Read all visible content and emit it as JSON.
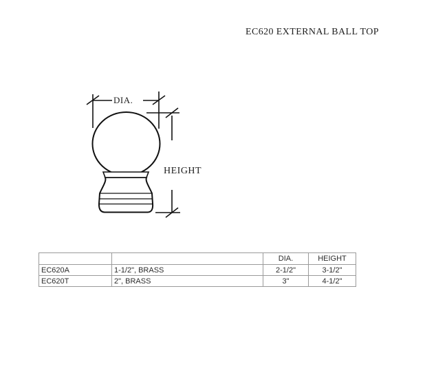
{
  "title": "EC620 EXTERNAL BALL TOP",
  "diagram": {
    "dia_label": "DIA.",
    "height_label": "HEIGHT"
  },
  "table": {
    "headers": {
      "part": "",
      "description": "",
      "dia": "DIA.",
      "height": "HEIGHT"
    },
    "rows": [
      {
        "part": "EC620A",
        "description": "1-1/2\", BRASS",
        "dia": "2-1/2\"",
        "height": "3-1/2\""
      },
      {
        "part": "EC620T",
        "description": "2\", BRASS",
        "dia": "3\"",
        "height": "4-1/2\""
      }
    ]
  },
  "colors": {
    "background": "#ffffff",
    "drawing_line": "#111111",
    "table_border": "#9a9a9a",
    "text": "#1f1f1f"
  }
}
